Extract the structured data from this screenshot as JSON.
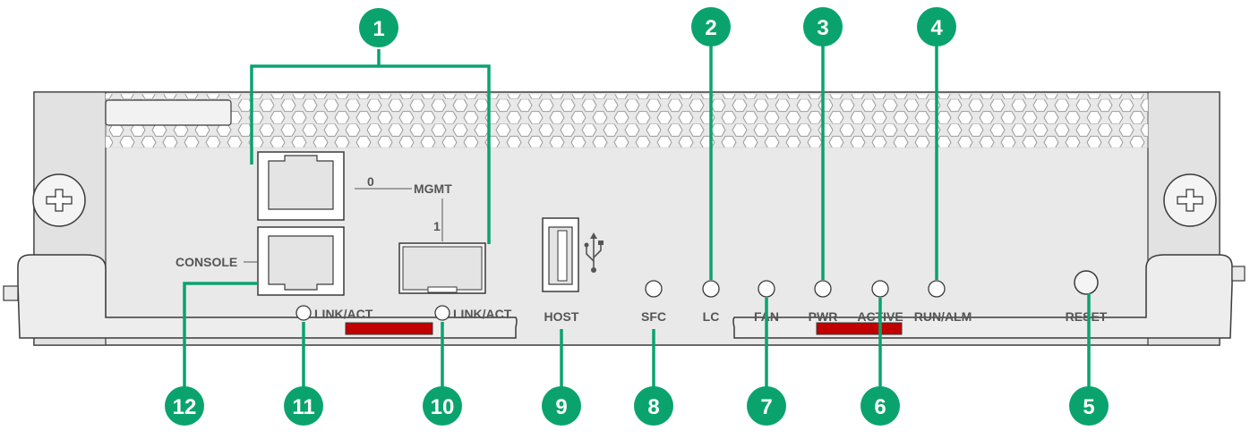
{
  "labels": {
    "mgmt": "MGMT",
    "port0": "0",
    "port1": "1",
    "console": "CONSOLE",
    "link_act_left": "LINK/ACT",
    "link_act_right": "LINK/ACT",
    "host": "HOST",
    "sfc": "SFC",
    "lc": "LC",
    "fan": "FAN",
    "pwr": "PWR",
    "active": "ACTIVE",
    "run_alm": "RUN/ALM",
    "reset": "RESET"
  },
  "callouts": [
    "1",
    "2",
    "3",
    "4",
    "5",
    "6",
    "7",
    "8",
    "9",
    "10",
    "11",
    "12"
  ],
  "colors": {
    "callout": "#0aa36e",
    "panel": "#e8e8e8",
    "outline": "#3a3a3a",
    "red_strip": "#c00000",
    "icon": "usb-icon"
  }
}
